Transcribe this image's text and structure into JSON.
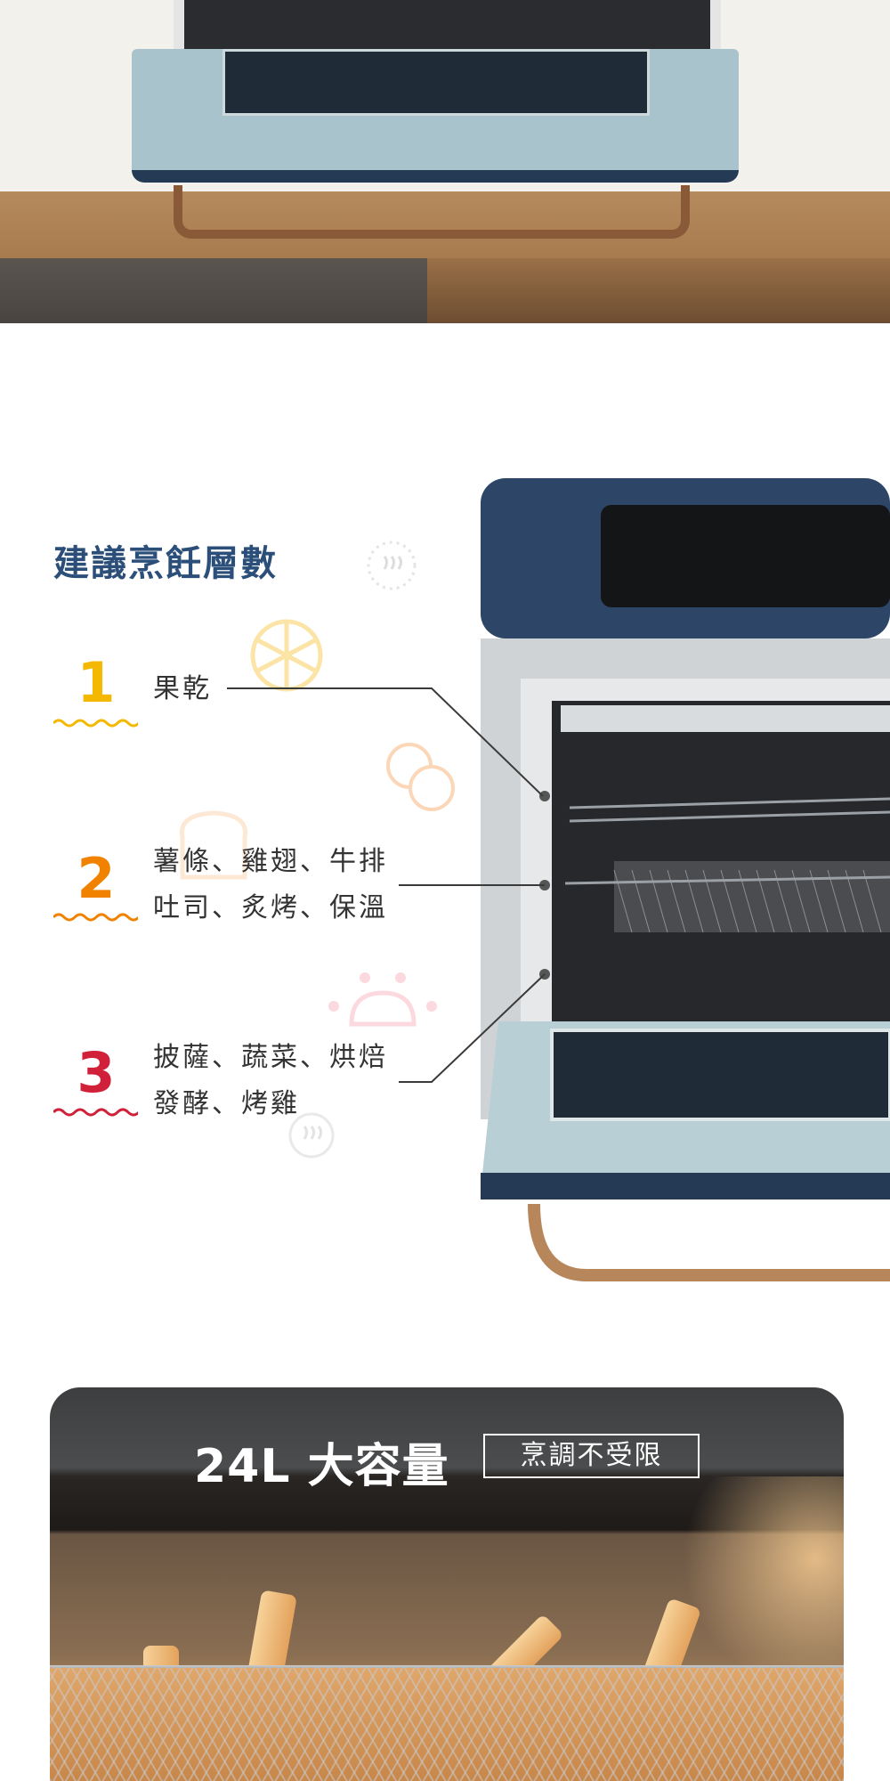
{
  "section_title": "建議烹飪層數",
  "layers": [
    {
      "number": "1",
      "color": "#f5b800",
      "lines": [
        "果乾"
      ]
    },
    {
      "number": "2",
      "color": "#f08200",
      "lines": [
        "薯條、雞翅、牛排",
        "吐司、炙烤、保溫"
      ]
    },
    {
      "number": "3",
      "color": "#d0203a",
      "lines": [
        "披薩、蔬菜、烘焙",
        "發酵、烤雞"
      ]
    }
  ],
  "banner": {
    "capacity": "24L 大容量",
    "tag": "烹調不受限"
  },
  "colors": {
    "title": "#2c4f7a",
    "oven_navy": "#2d4566",
    "oven_door": "#a9c3cc"
  }
}
